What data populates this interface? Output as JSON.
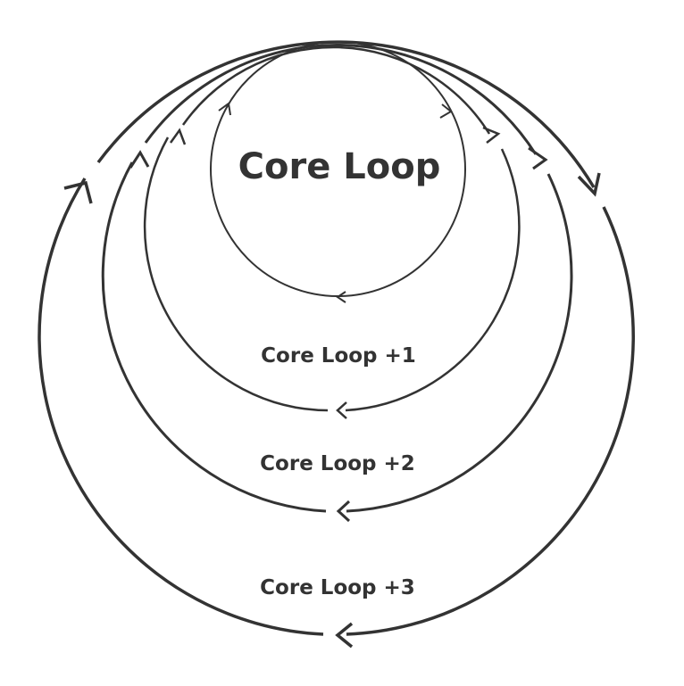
{
  "diagram": {
    "stroke_color": "#333333",
    "background_color": "#ffffff",
    "loops": [
      {
        "label": "Core Loop"
      },
      {
        "label": "Core Loop +1"
      },
      {
        "label": "Core Loop +2"
      },
      {
        "label": "Core Loop +3"
      }
    ]
  }
}
